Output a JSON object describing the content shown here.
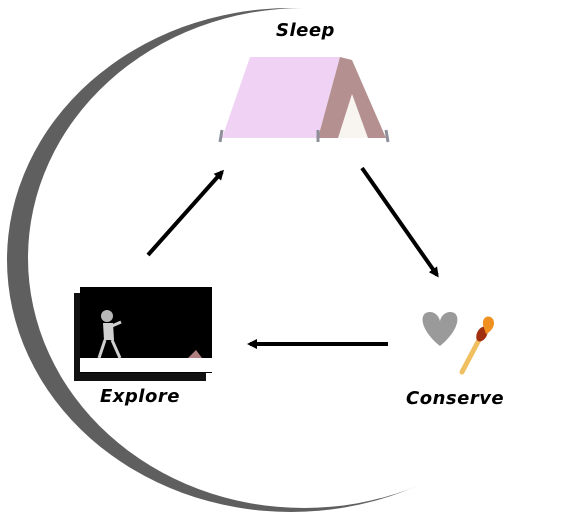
{
  "diagram": {
    "nodes": {
      "sleep": {
        "label": "Sleep",
        "icon": "tent-icon"
      },
      "conserve": {
        "label": "Conserve",
        "icons": [
          "heart-icon",
          "match-icon"
        ]
      },
      "explore": {
        "label": "Explore",
        "icon": "explorer-icon"
      }
    },
    "edges": [
      {
        "from": "Sleep",
        "to": "Conserve"
      },
      {
        "from": "Conserve",
        "to": "Explore"
      },
      {
        "from": "Explore",
        "to": "Sleep"
      }
    ],
    "colors": {
      "tent_body": "#f0d2f4",
      "tent_door_flap": "#b49090",
      "tent_door_inner": "#f8f4f0",
      "heart": "#9a9a9a",
      "match_stick": "#f0c060",
      "match_head": "#a03010",
      "flame": "#f09020",
      "ellipse_shadow": "#5f5f5f",
      "arrow": "#000000"
    }
  }
}
